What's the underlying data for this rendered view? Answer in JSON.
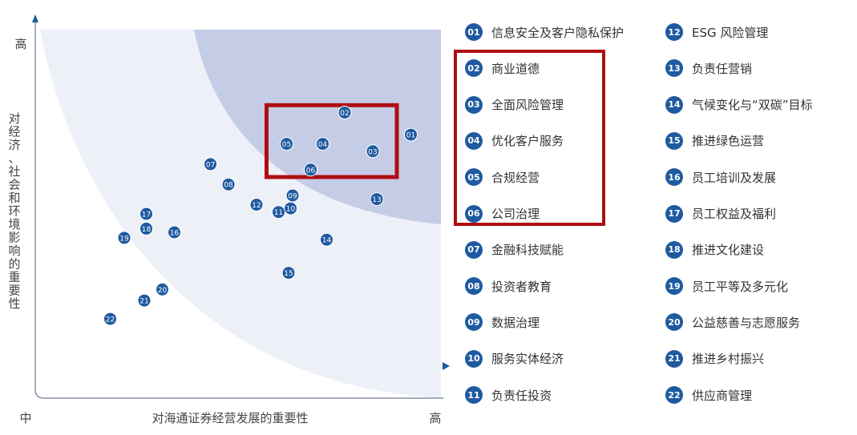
{
  "chart_data": {
    "type": "scatter",
    "title": "",
    "xlabel": "对海通证券经营发展的重要性",
    "ylabel": "对经济、社会和环境影响的重要性",
    "x_min_label": "中",
    "x_max_label": "高",
    "y_max_label": "高",
    "xlim": [
      0,
      100
    ],
    "ylim": [
      0,
      100
    ],
    "grid": false,
    "legend_position": "right",
    "colors": {
      "marker": "#1f5aa0",
      "outer_region": "#eef0f8",
      "inner_region": "#c5cde6",
      "highlight": "#b00d12"
    },
    "points": [
      {
        "id": "01",
        "x": 92.5,
        "y": 71.5
      },
      {
        "id": "02",
        "x": 76.0,
        "y": 77.5
      },
      {
        "id": "03",
        "x": 83.0,
        "y": 67.0
      },
      {
        "id": "04",
        "x": 70.5,
        "y": 69.0
      },
      {
        "id": "05",
        "x": 61.5,
        "y": 69.0
      },
      {
        "id": "06",
        "x": 67.5,
        "y": 62.0
      },
      {
        "id": "07",
        "x": 42.5,
        "y": 63.5
      },
      {
        "id": "08",
        "x": 47.0,
        "y": 58.0
      },
      {
        "id": "09",
        "x": 63.0,
        "y": 55.0
      },
      {
        "id": "10",
        "x": 62.5,
        "y": 51.5
      },
      {
        "id": "11",
        "x": 59.5,
        "y": 50.5
      },
      {
        "id": "12",
        "x": 54.0,
        "y": 52.5
      },
      {
        "id": "13",
        "x": 84.0,
        "y": 54.0
      },
      {
        "id": "14",
        "x": 71.5,
        "y": 43.0
      },
      {
        "id": "15",
        "x": 62.0,
        "y": 34.0
      },
      {
        "id": "16",
        "x": 33.5,
        "y": 45.0
      },
      {
        "id": "17",
        "x": 26.5,
        "y": 50.0
      },
      {
        "id": "18",
        "x": 26.5,
        "y": 46.0
      },
      {
        "id": "19",
        "x": 21.0,
        "y": 43.5
      },
      {
        "id": "20",
        "x": 30.5,
        "y": 29.5
      },
      {
        "id": "21",
        "x": 26.0,
        "y": 26.5
      },
      {
        "id": "22",
        "x": 17.5,
        "y": 21.5
      }
    ],
    "highlight_range": {
      "x": [
        56.5,
        89.0
      ],
      "y": [
        60.0,
        79.5
      ]
    }
  },
  "legend": {
    "items": [
      {
        "id": "01",
        "label": "信息安全及客户隐私保护"
      },
      {
        "id": "02",
        "label": "商业道德"
      },
      {
        "id": "03",
        "label": "全面风险管理"
      },
      {
        "id": "04",
        "label": "优化客户服务"
      },
      {
        "id": "05",
        "label": "合规经营"
      },
      {
        "id": "06",
        "label": "公司治理"
      },
      {
        "id": "07",
        "label": "金融科技赋能"
      },
      {
        "id": "08",
        "label": "投资者教育"
      },
      {
        "id": "09",
        "label": "数据治理"
      },
      {
        "id": "10",
        "label": "服务实体经济"
      },
      {
        "id": "11",
        "label": "负责任投资"
      },
      {
        "id": "12",
        "label": "ESG 风险管理"
      },
      {
        "id": "13",
        "label": "负责任营销"
      },
      {
        "id": "14",
        "label": "气候变化与“双碳”目标"
      },
      {
        "id": "15",
        "label": "推进绿色运营"
      },
      {
        "id": "16",
        "label": "员工培训及发展"
      },
      {
        "id": "17",
        "label": "员工权益及福利"
      },
      {
        "id": "18",
        "label": "推进文化建设"
      },
      {
        "id": "19",
        "label": "员工平等及多元化"
      },
      {
        "id": "20",
        "label": "公益慈善与志愿服务"
      },
      {
        "id": "21",
        "label": "推进乡村振兴"
      },
      {
        "id": "22",
        "label": "供应商管理"
      }
    ],
    "highlight_ids": [
      "02",
      "03",
      "04",
      "05",
      "06"
    ]
  }
}
